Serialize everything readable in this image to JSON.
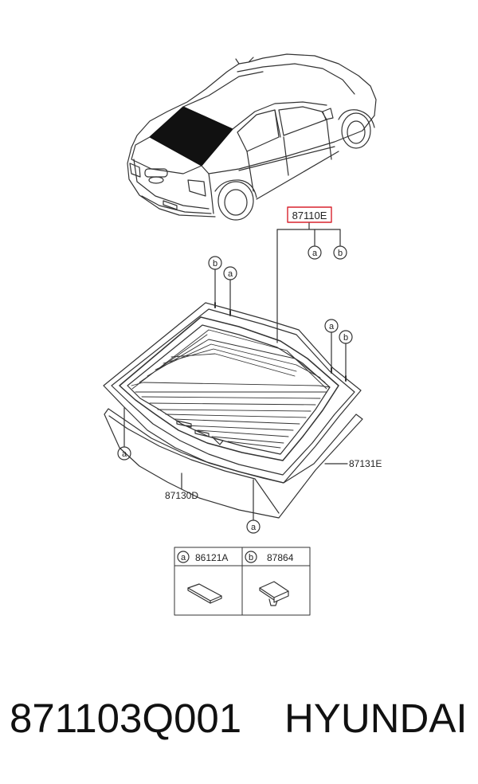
{
  "main_part": {
    "label": "87110E",
    "highlight_color": "#d9232e"
  },
  "callouts": {
    "a": "a",
    "b": "b"
  },
  "parts": {
    "outer_molding": "87131E",
    "dam": "87130D"
  },
  "legend": [
    {
      "letter": "a",
      "part": "86121A"
    },
    {
      "letter": "b",
      "part": "87864"
    }
  ],
  "footer": {
    "part_number": "871103Q001",
    "brand": "HYUNDAI"
  }
}
